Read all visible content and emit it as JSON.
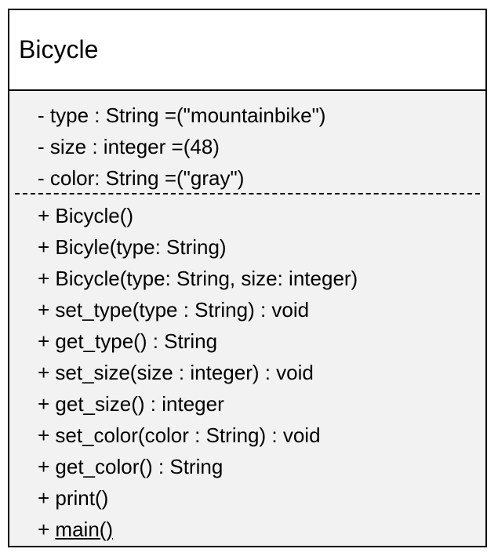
{
  "class_name": "Bicycle",
  "attributes": [
    "- type : String =(\"mountainbike\")",
    "- size : integer =(48)",
    "- color: String =(\"gray\")"
  ],
  "operations": [
    "+ Bicycle()",
    "+ Bicyle(type: String)",
    "+ Bicycle(type: String, size: integer)",
    "+ set_type(type : String) : void",
    "+ get_type() : String",
    "+ set_size(size : integer) : void",
    "+ get_size() : integer",
    "+ set_color(color : String) : void",
    "+ get_color() : String",
    "+ print()"
  ],
  "static_operation": {
    "prefix": "+ ",
    "name": "main()"
  }
}
